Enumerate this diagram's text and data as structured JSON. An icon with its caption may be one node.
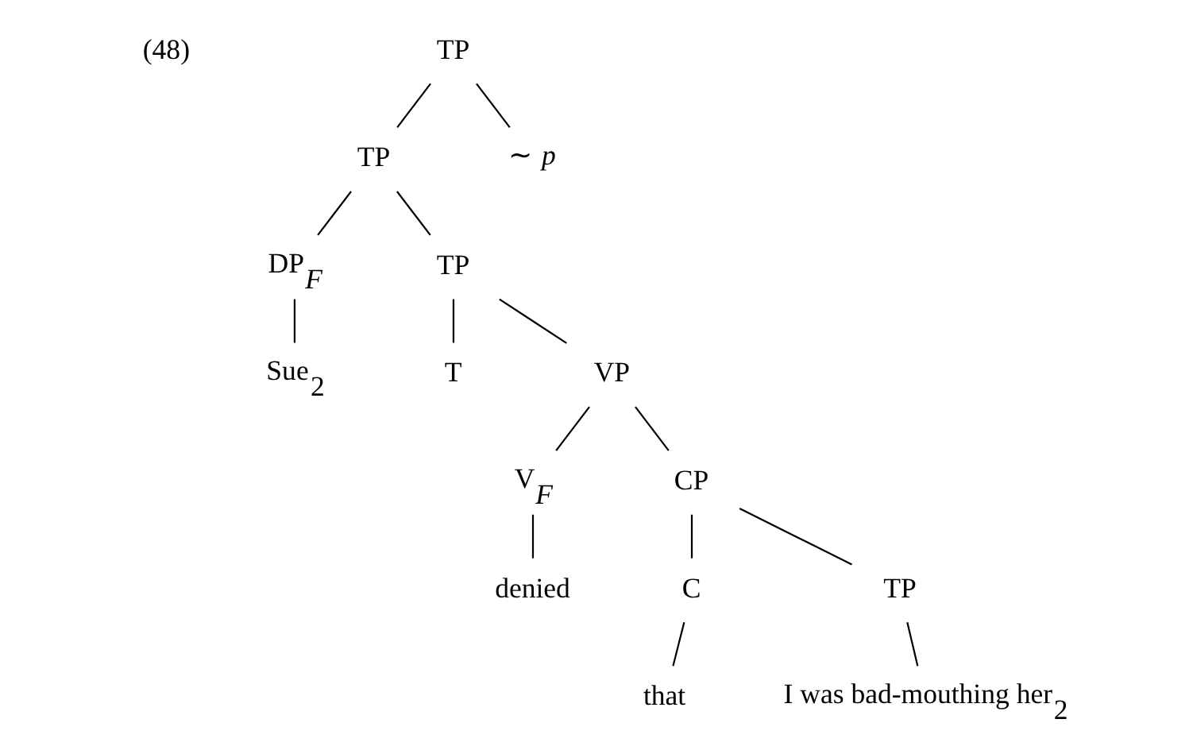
{
  "diagram": {
    "nodes": [
      {
        "text": [
          "TP"
        ]
      },
      {
        "text": [
          "TP"
        ]
      },
      {
        "text": [
          "∼ *p*"
        ]
      },
      {
        "text": [
          "DP$_{F}$"
        ]
      },
      {
        "text": [
          "TP"
        ]
      },
      {
        "text": [
          "Sue$_{2}$"
        ]
      },
      {
        "text": [
          "T"
        ]
      },
      {
        "text": [
          "VP"
        ]
      },
      {
        "text": [
          "V$_{F}$"
        ]
      },
      {
        "text": [
          "CP"
        ]
      },
      {
        "text": [
          "denied"
        ]
      },
      {
        "text": [
          "C"
        ]
      },
      {
        "text": [
          "TP"
        ]
      },
      {
        "text": [
          "that"
        ]
      },
      {
        "text": [
          "I was bad-mouthing her$_{2}$"
        ]
      }
    ],
    "edges": [
      {
        "from": 0,
        "to": 1,
        "arrow": "none"
      },
      {
        "from": 0,
        "to": 2,
        "arrow": "none"
      },
      {
        "from": 1,
        "to": 3,
        "arrow": "none"
      },
      {
        "from": 1,
        "to": 4,
        "arrow": "none"
      },
      {
        "from": 3,
        "to": 5,
        "arrow": "none"
      },
      {
        "from": 4,
        "to": 6,
        "arrow": "none"
      },
      {
        "from": 4,
        "to": 7,
        "arrow": "none"
      },
      {
        "from": 7,
        "to": 8,
        "arrow": "none"
      },
      {
        "from": 7,
        "to": 9,
        "arrow": "none"
      },
      {
        "from": 8,
        "to": 10,
        "arrow": "none"
      },
      {
        "from": 9,
        "to": 11,
        "arrow": "none"
      },
      {
        "from": 9,
        "to": 12,
        "arrow": "none"
      },
      {
        "from": 11,
        "to": 13,
        "arrow": "none"
      },
      {
        "from": 12,
        "to": 14,
        "arrow": "none"
      }
    ],
    "labels": [
      "(48)"
    ]
  }
}
